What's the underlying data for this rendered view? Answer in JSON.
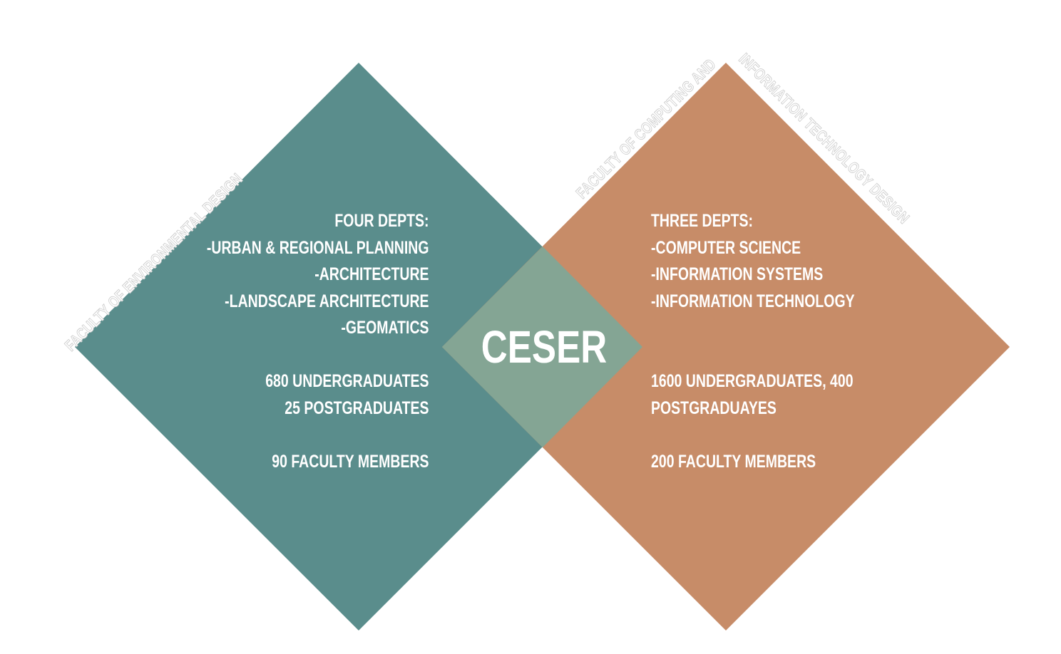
{
  "colors": {
    "left_diamond": "#5a8d8c",
    "right_diamond": "#c78c68",
    "overlap": "#84a594",
    "text": "#ffffff",
    "outline_text": "#cfcfcf"
  },
  "center_label": "CESER",
  "left": {
    "faculty_label": "FACULTY OF ENVIRONMENTAL DESIGN",
    "heading": "FOUR DEPTS:",
    "departments": [
      "-URBAN & REGIONAL PLANNING",
      "-ARCHITECTURE",
      "-LANDSCAPE ARCHITECTURE",
      "-GEOMATICS"
    ],
    "undergraduates": "680 UNDERGRADUATES",
    "postgraduates": "25 POSTGRADUATES",
    "faculty_members": "90 FACULTY MEMBERS"
  },
  "right": {
    "faculty_label_line1": "FACULTY OF COMPUTING AND",
    "faculty_label_line2": "INFORMATION TECHNOLOGY DESIGN",
    "heading": "THREE DEPTS:",
    "departments": [
      "-COMPUTER SCIENCE",
      "-INFORMATION SYSTEMS",
      "-INFORMATION TECHNOLOGY"
    ],
    "students_line1": "1600 UNDERGRADUATES, 400",
    "students_line2": "POSTGRADUAYES",
    "faculty_members": "200 FACULTY MEMBERS"
  }
}
